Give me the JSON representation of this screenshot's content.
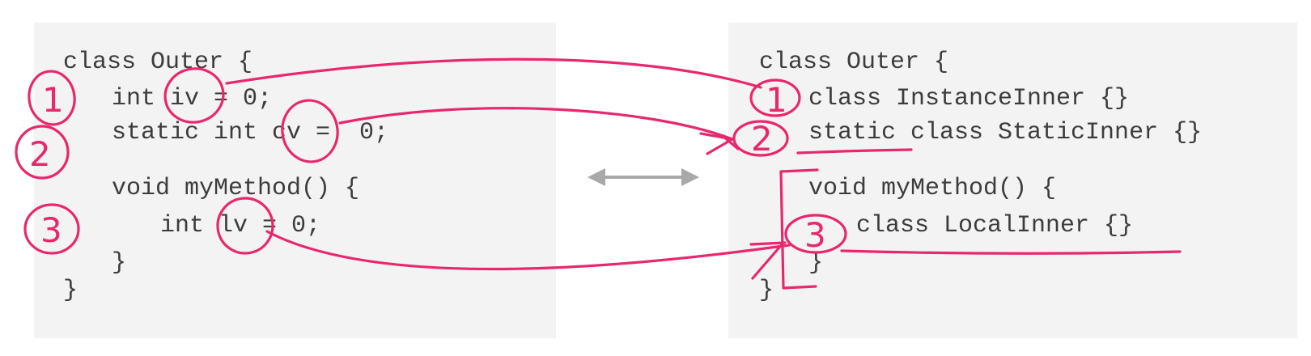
{
  "left_code": {
    "lines": [
      "class Outer {",
      "int iv = 0;",
      "static int cv =  0;",
      "void myMethod() {",
      "int lv = 0;",
      "}",
      "}"
    ]
  },
  "right_code": {
    "lines": [
      "class Outer {",
      "class InstanceInner {}",
      "static class StaticInner {}",
      "void myMethod() {",
      "class LocalInner {}",
      "}",
      "}"
    ]
  },
  "annotations": {
    "markers": [
      "1",
      "2",
      "3"
    ],
    "ink_color": "#e8286e"
  },
  "colors": {
    "panel_bg": "#f3f3f3",
    "code_text": "#3c3c3c",
    "arrow_gray": "#a8a8a8"
  }
}
